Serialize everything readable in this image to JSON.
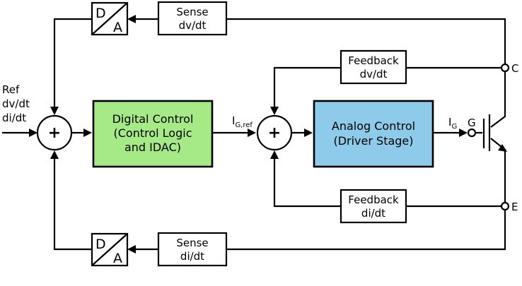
{
  "diagram": {
    "ref_input": {
      "line1": "Ref",
      "line2": "dv/dt",
      "line3": "di/dt"
    },
    "sum_symbol": "+",
    "digital_control": {
      "line1": "Digital Control",
      "line2": "(Control Logic",
      "line3": "and IDAC)",
      "color": "#a6ea87"
    },
    "i_g_ref": {
      "main": "I",
      "sub": "G,ref"
    },
    "analog_control": {
      "line1": "Analog Control",
      "line2": "(Driver Stage)",
      "color": "#8ecbea"
    },
    "i_g": {
      "main": "I",
      "sub": "G"
    },
    "gate_label": "G",
    "collector_label": "C",
    "emitter_label": "E",
    "feedback_dv": {
      "line1": "Feedback",
      "line2": "dv/dt"
    },
    "feedback_di": {
      "line1": "Feedback",
      "line2": "di/dt"
    },
    "sense_dv": {
      "line1": "Sense",
      "line2": "dv/dt"
    },
    "sense_di": {
      "line1": "Sense",
      "line2": "di/dt"
    },
    "dac_top": {
      "d": "D",
      "a": "A"
    },
    "dac_bottom": {
      "d": "D",
      "a": "A"
    }
  }
}
